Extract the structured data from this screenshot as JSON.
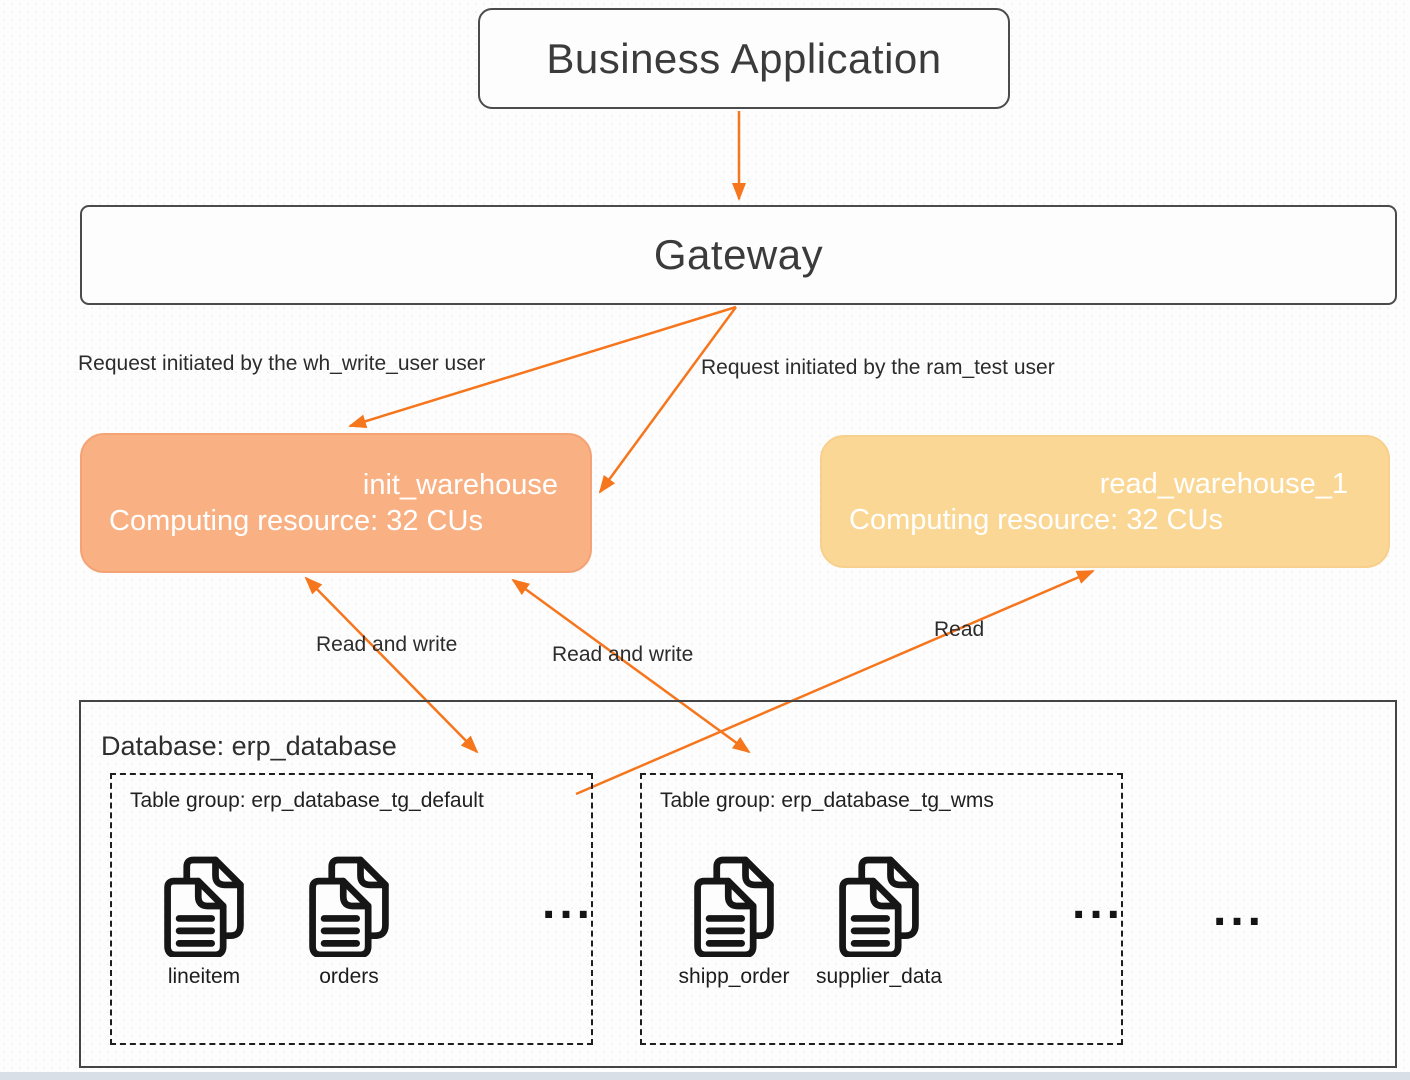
{
  "diagram_title": "Warehouse architecture diagram",
  "nodes": {
    "business_app": {
      "label": "Business Application"
    },
    "gateway": {
      "label": "Gateway"
    },
    "init_warehouse": {
      "name": "init_warehouse",
      "resource": "Computing resource: 32 CUs",
      "fill": "#f9b184"
    },
    "read_warehouse": {
      "name": "read_warehouse_1",
      "resource": "Computing resource: 32 CUs",
      "fill": "#fbd795"
    }
  },
  "edges": {
    "wh_write_label": "Request initiated by the wh_write_user user",
    "ram_test_label": "Request initiated by the ram_test user",
    "read_write_1_label": "Read and write",
    "read_write_2_label": "Read and write",
    "read_label": "Read"
  },
  "database": {
    "title": "Database: erp_database",
    "outer_ellipsis": "...",
    "table_groups": [
      {
        "title": "Table group: erp_database_tg_default",
        "tables": [
          "lineitem",
          "orders"
        ],
        "ellipsis": "..."
      },
      {
        "title": "Table group: erp_database_tg_wms",
        "tables": [
          "shipp_order",
          "supplier_data"
        ],
        "ellipsis": "..."
      }
    ]
  },
  "icons": {
    "table_icon": "document-copy-icon"
  },
  "colors": {
    "arrow": "#f5761d",
    "init_warehouse_fill": "#f9b184",
    "read_warehouse_fill": "#fbd795",
    "node_border": "#4b4b4e",
    "text": "#2c2c2c",
    "bottom_strip": "#d9dfe6"
  }
}
